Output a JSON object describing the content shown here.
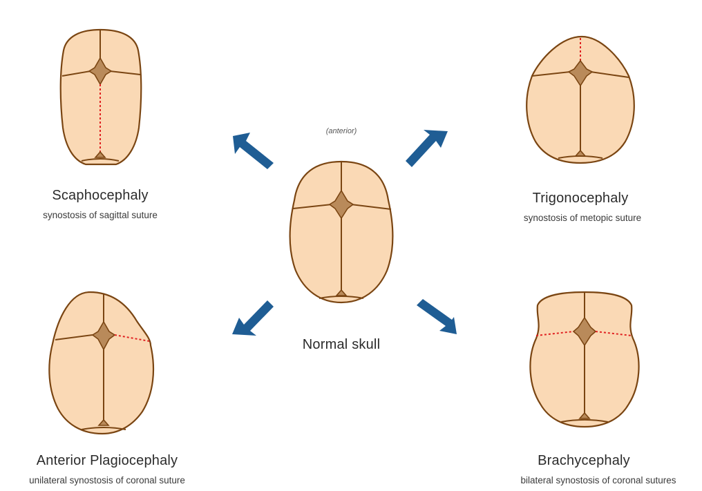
{
  "skulls": {
    "normal": {
      "title": "Normal skull",
      "anterior": "(anterior)"
    },
    "scaphocephaly": {
      "title": "Scaphocephaly",
      "caption": "synostosis of sagittal suture"
    },
    "trigonocephaly": {
      "title": "Trigonocephaly",
      "caption": "synostosis of metopic suture"
    },
    "anterior_plagiocephaly": {
      "title": "Anterior Plagiocephaly",
      "caption": "unilateral synostosis of coronal suture"
    },
    "brachycephaly": {
      "title": "Brachycephaly",
      "caption": "bilateral synostosis of coronal sutures"
    }
  },
  "colors": {
    "bone": "#fad9b5",
    "outline": "#7a4512",
    "fontanelle": "#b98a5a",
    "fused_suture": "#e02020",
    "arrow": "#1f5d94"
  }
}
